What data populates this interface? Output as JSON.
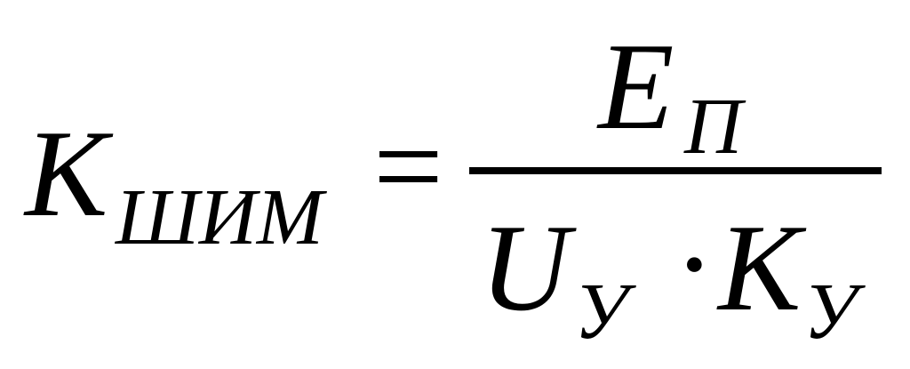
{
  "formula": {
    "lhs": {
      "symbol": "K",
      "subscript": "ШИМ"
    },
    "operator": "=",
    "numerator": {
      "symbol": "E",
      "subscript": "П"
    },
    "denominator": {
      "term1": {
        "symbol": "U",
        "subscript": "У"
      },
      "multiply": "·",
      "term2": {
        "symbol": "K",
        "subscript": "У"
      }
    }
  }
}
